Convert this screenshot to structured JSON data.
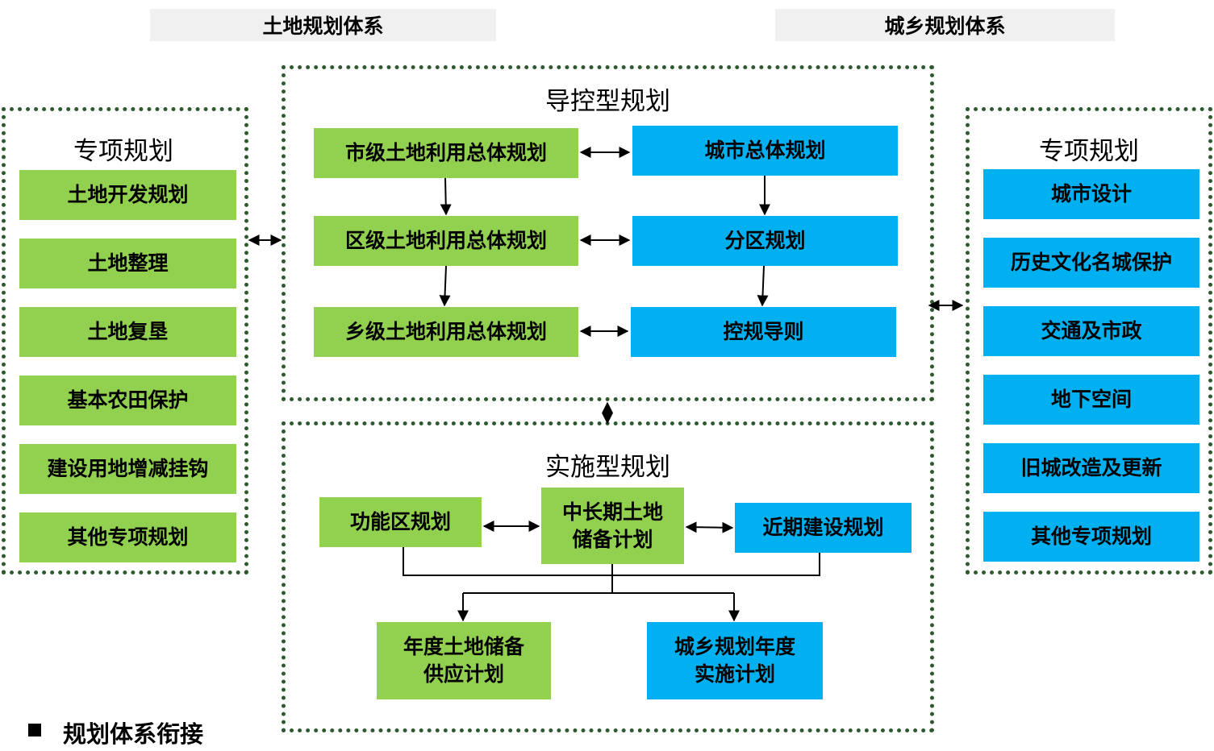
{
  "headers": {
    "land_system": "土地规划体系",
    "urban_rural_system": "城乡规划体系"
  },
  "left_panel": {
    "title": "专项规划",
    "items": [
      "土地开发规划",
      "土地整理",
      "土地复垦",
      "基本农田保护",
      "建设用地增减挂钩",
      "其他专项规划"
    ]
  },
  "right_panel": {
    "title": "专项规划",
    "items": [
      "城市设计",
      "历史文化名城保护",
      "交通及市政",
      "地下空间",
      "旧城改造及更新",
      "其他专项规划"
    ]
  },
  "guidance": {
    "title": "导控型规划",
    "land": [
      "市级土地利用总体规划",
      "区级土地利用总体规划",
      "乡级土地利用总体规划"
    ],
    "urban": [
      "城市总体规划",
      "分区规划",
      "控规导则"
    ]
  },
  "implementation": {
    "title": "实施型规划",
    "functional_zone": "功能区规划",
    "reserve_line1": "中长期土地",
    "reserve_line2": "储备计划",
    "near_term": "近期建设规划",
    "annual_land_line1": "年度土地储备",
    "annual_land_line2": "供应计划",
    "annual_urban_line1": "城乡规划年度",
    "annual_urban_line2": "实施计划"
  },
  "legend": {
    "label": "规划体系衔接"
  },
  "colors": {
    "green": "#92d050",
    "blue": "#00b0f0",
    "frame": "#2f5a2f",
    "header_bg": "#f0f0f0"
  }
}
